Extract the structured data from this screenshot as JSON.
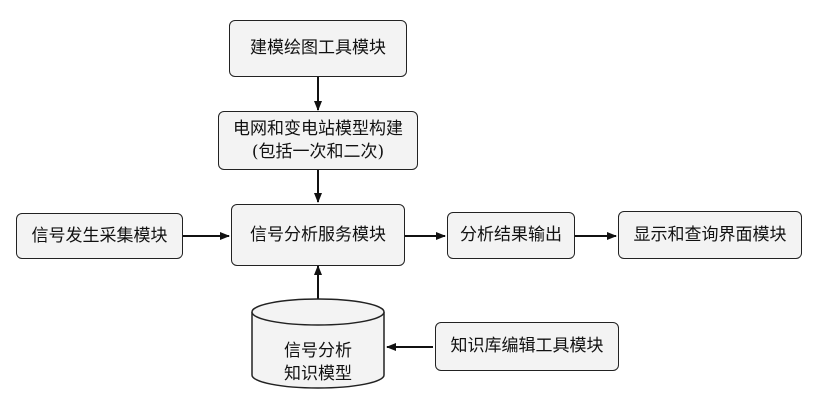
{
  "nodes": {
    "modeling_tool": "建模绘图工具模块",
    "grid_model_line1": "电网和变电站模型构建",
    "grid_model_line2": "(包括一次和二次)",
    "signal_gen": "信号发生采集模块",
    "signal_service": "信号分析服务模块",
    "result_output": "分析结果输出",
    "display_query": "显示和查询界面模块",
    "knowledge_editor": "知识库编辑工具模块"
  },
  "database": {
    "line1": "信号分析",
    "line2": "知识模型"
  },
  "colors": {
    "node_fill": "#f3f3f3",
    "stroke": "#222222"
  }
}
